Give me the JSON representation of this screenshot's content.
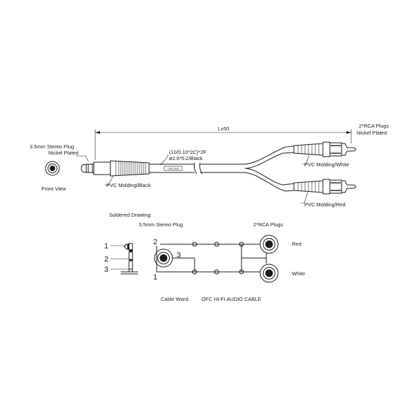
{
  "top": {
    "length": "L±50",
    "jack_plug_label_line1": "3.5mm Stereo Plug",
    "jack_plug_label_line2": "Nickel Plated",
    "rca_plug_label_line1": "2*RCA Plugs",
    "rca_plug_label_line2": "Nickel Plated",
    "cable_spec_line1": "(10/0.10*2C)*2F",
    "cable_spec_line2": "ø2.6*5.2/Black",
    "cable_mark_text": "Cable Word",
    "front_view": "Front View",
    "molding_black": "PVC Molding/Black",
    "molding_white": "PVC Molding/White",
    "molding_red": "PVC Molding/Red"
  },
  "solder": {
    "title": "Soldered Drawing:",
    "jack_plug": "3.5mm Stereo Plug",
    "rca_plugs": "2*RCA Plugs",
    "pin_1": "1",
    "pin_2": "2",
    "pin_3": "3",
    "red": "Red",
    "white": "White"
  },
  "footer": {
    "cable_word_label": "Cable Word:",
    "cable_word_value": "OFC HI-FI AUDIO CABLE"
  }
}
